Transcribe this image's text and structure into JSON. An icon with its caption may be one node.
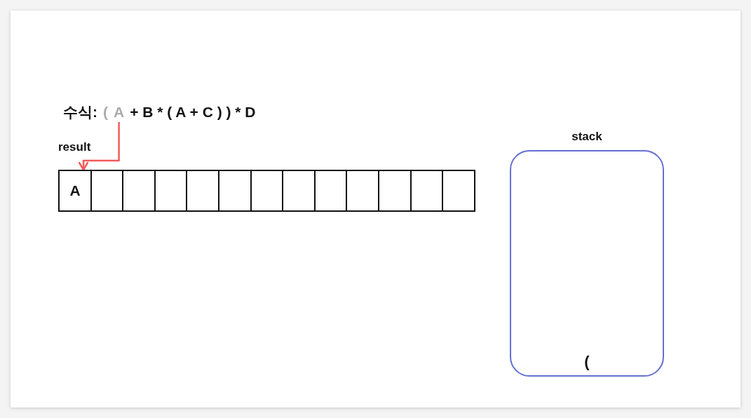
{
  "diagram": {
    "nodes": [
      {
        "text": [
          "A"
        ]
      },
      {
        "text": [
          "result"
        ]
      },
      {
        "text": [
          "A"
        ],
        "in": 1
      },
      {
        "text": [],
        "shape": "box",
        "in": 1
      },
      {
        "text": [],
        "shape": "box",
        "in": 1
      },
      {
        "text": [],
        "shape": "box",
        "in": 1
      },
      {
        "text": [],
        "shape": "box",
        "in": 1
      },
      {
        "text": [],
        "shape": "box",
        "in": 1
      },
      {
        "text": [],
        "shape": "box",
        "in": 1
      },
      {
        "text": [],
        "shape": "box",
        "in": 1
      },
      {
        "text": [],
        "shape": "box",
        "in": 1
      },
      {
        "text": [],
        "shape": "box",
        "in": 1
      },
      {
        "text": [],
        "shape": "box",
        "in": 1
      },
      {
        "text": [],
        "shape": "box",
        "in": 1
      },
      {
        "text": [],
        "shape": "box",
        "in": 1
      },
      {
        "text": [
          "stack",
          "("
        ]
      }
    ],
    "edges": [
      {
        "from": 0,
        "to": 2,
        "arrow": "to",
        "color": "#f25a5a"
      }
    ],
    "labels": [
      "수식:",
      "(",
      "+ B * ( A + C ) ) * D"
    ]
  }
}
